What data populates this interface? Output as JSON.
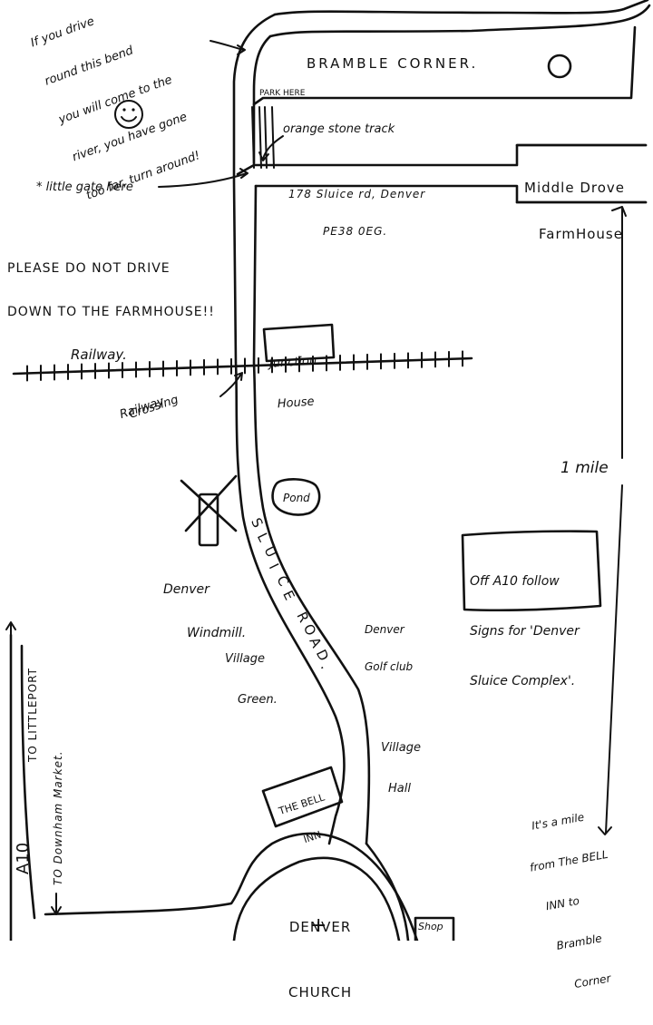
{
  "map": {
    "note_bend": [
      "If you drive",
      "round this bend",
      "you will come to the",
      "river, you have gone",
      "too far, turn around!"
    ],
    "bramble_corner": "BRAMBLE CORNER.",
    "park_here": "PARK HERE",
    "orange_track": "orange stone track",
    "middle_drove": [
      "Middle Drove",
      "FarmHouse"
    ],
    "address": [
      "178 Sluice rd, Denver",
      "PE38 0EG."
    ],
    "little_gate": "* little gate here",
    "please_not": [
      "PLEASE DO NOT DRIVE",
      "DOWN TO THE FARMHOUSE!!"
    ],
    "junction_house": [
      "Junction",
      "House"
    ],
    "railway": "Railway.",
    "railway_crossing": [
      "Railway",
      "Crossing"
    ],
    "one_mile": "1 mile",
    "pond": "Pond",
    "sluice_road": [
      "S",
      "L",
      "U",
      "I",
      "C",
      "E",
      "",
      "R",
      "O",
      "A",
      "D",
      "."
    ],
    "denver_windmill": [
      "Denver",
      "Windmill."
    ],
    "a10_follow": [
      "Off A10 follow",
      "Signs for 'Denver",
      "Sluice Complex'."
    ],
    "denver_golf": [
      "Denver",
      "Golf club"
    ],
    "village_green": [
      "Village",
      "Green."
    ],
    "village_hall": [
      "Village",
      "Hall"
    ],
    "bell_inn": [
      "THE BELL",
      "INN"
    ],
    "to_littleport": "TO LITTLEPORT",
    "to_downham": "TO Downham Market.",
    "a10": "A10",
    "mile_note": [
      "It's a mile",
      "from The BELL",
      "INN to",
      "Bramble",
      "Corner"
    ],
    "denver_church": [
      "DENVER",
      "CHURCH"
    ],
    "church_cross": "+",
    "shop": "Shop"
  }
}
